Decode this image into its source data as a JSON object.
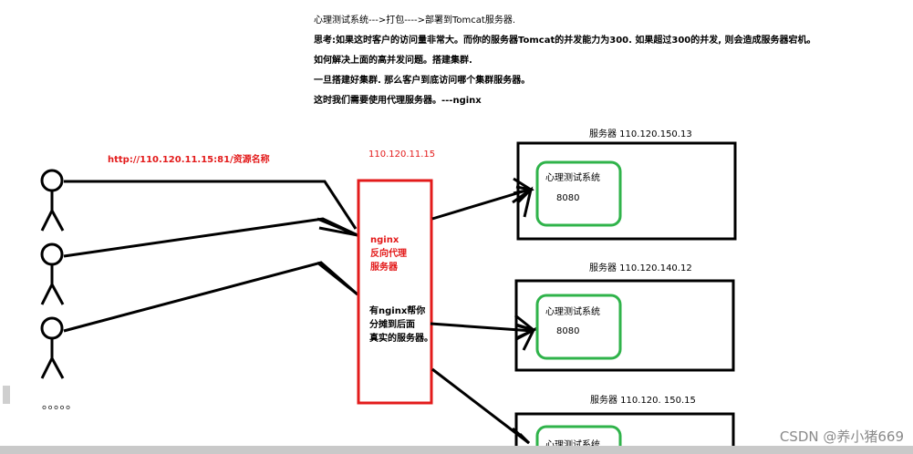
{
  "intro": {
    "line1": "心理测试系统--->打包---->部署到Tomcat服务器.",
    "line2": "思考:如果这时客户的访问量非常大。而你的服务器Tomcat的并发能力为300. 如果超过300的并发, 则会造成服务器宕机。",
    "line3": "如何解决上面的高并发问题。搭建集群.",
    "line4": "一旦搭建好集群. 那么客户到底访问哪个集群服务器。",
    "line5": "这时我们需要使用代理服务器。---nginx"
  },
  "client_url": "http://110.120.11.15:81/资源名称",
  "client_ellipsis": "。。。。。",
  "nginx_ip": "110.120.11.15",
  "nginx_box": {
    "title_line1": "nginx",
    "title_line2": "反向代理",
    "title_line3": "服务器",
    "desc_line1": "有nginx帮你",
    "desc_line2": "分摊到后面",
    "desc_line3": "真实的服务器。"
  },
  "servers": [
    {
      "label": "服务器 110.120.150.13",
      "app": "心理测试系统",
      "port": "8080"
    },
    {
      "label": "服务器 110.120.140.12",
      "app": "心理测试系统",
      "port": "8080"
    },
    {
      "label": "服务器 110.120. 150.15",
      "app": "心理测试系统"
    }
  ],
  "watermark": "CSDN @养小猪669",
  "colors": {
    "red": "#e31b1b",
    "green": "#2fb34a",
    "black": "#000000"
  }
}
